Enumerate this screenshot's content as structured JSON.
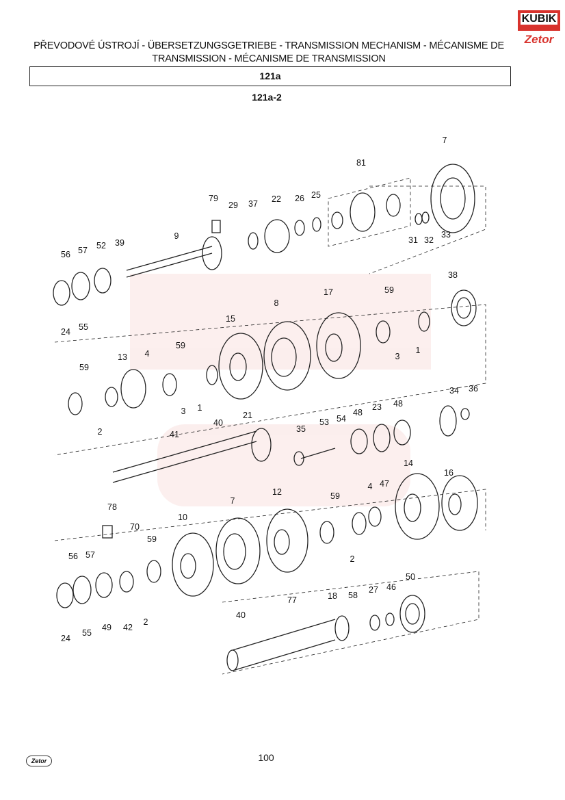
{
  "header": {
    "title_line1": "PŘEVODOVÉ ÚSTROJÍ - ÜBERSETZUNGSGETRIEBE - TRANSMISSION MECHANISM - MÉCANISME DE",
    "title_line2": "TRANSMISSION - MÉCANISME DE TRANSMISSION",
    "group_code": "121a",
    "figure_code": "121a-2"
  },
  "logo": {
    "brand": "KUBIK",
    "dealer": "Zetor"
  },
  "callouts": [
    "7",
    "81",
    "79",
    "29",
    "37",
    "22",
    "26",
    "25",
    "9",
    "56",
    "57",
    "52",
    "39",
    "31",
    "32",
    "33",
    "38",
    "59",
    "17",
    "8",
    "15",
    "24",
    "55",
    "59",
    "13",
    "4",
    "3",
    "1",
    "59",
    "3",
    "1",
    "2",
    "34",
    "36",
    "21",
    "40",
    "41",
    "35",
    "53",
    "54",
    "48",
    "23",
    "48",
    "14",
    "16",
    "12",
    "59",
    "4",
    "47",
    "7",
    "78",
    "70",
    "10",
    "59",
    "2",
    "56",
    "57",
    "24",
    "55",
    "49",
    "42",
    "2",
    "50",
    "27",
    "46",
    "77",
    "18",
    "58",
    "40"
  ],
  "footer": {
    "page_number": "100",
    "logo": "Zetor"
  }
}
